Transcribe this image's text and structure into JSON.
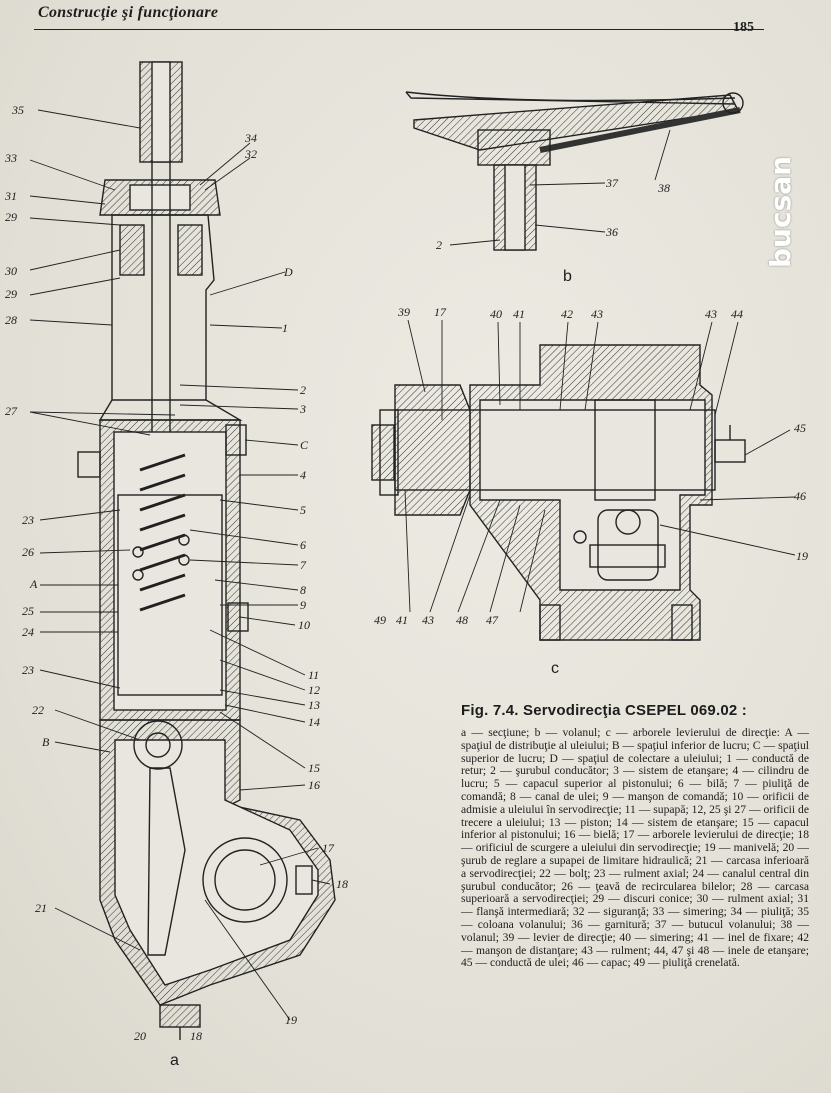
{
  "running_head": "Construcţie şi funcţionare",
  "page_number": "185",
  "watermark": "bucsan",
  "figure": {
    "title": "Fig. 7.4. Servodirecţia CSEPEL 069.02 :",
    "caption": "a — secţiune; b — volanul; c — arborele levierului de direcţie: A — spaţiul de distribuţie al uleiului; B — spaţiul inferior de lucru; C — spaţiul superior de lucru; D — spaţiul de colectare a uleiului; 1 — conductă de retur; 2 — şurubul conducător; 3 — sistem de etanşare; 4 — cilindru de lucru; 5 — capacul superior al pistonului; 6 — bilă; 7 — piuliţă de comandă; 8 — canal de ulei; 9 — manşon de comandă; 10 — orificii de admisie a uleiului în servodirecţie; 11 — supapă; 12, 25 şi 27 — orificii de trecere a uleiului; 13 — piston; 14 — sistem de etanşare; 15 — capacul inferior al pistonului; 16 — bielă; 17 — arborele levierului de direcţie; 18 — orificiul de scurgere a uleiului din servodirecţie; 19 — manivelă; 20 — şurub de reglare a supapei de limitare hidraulică; 21 — carcasa inferioară a servodirecţiei; 22 — bolţ; 23 — rulment axial; 24 — canalul central din şurubul conducător; 26 — ţeavă de recircularea bilelor; 28 — carcasa superioară a servodirecţiei; 29 — discuri conice; 30 — rulment axial; 31 — flanşă intermediară; 32 — siguranţă; 33 — simering; 34 — piuliţă; 35 — coloana volanului; 36 — garnitură; 37 — butucul volanului; 38 — volanul; 39 — levier de direcţie; 40 — simering; 41 — inel de fixare; 42 — manşon de distanţare; 43 — rulment; 44, 47 şi 48 — inele de etanşare; 45 — conductă de ulei; 46 — capac; 49 — piuliţă crenelată.",
    "view_letters": [
      "a",
      "b",
      "c"
    ],
    "view_a_left_labels": [
      "35",
      "33",
      "31",
      "29",
      "30",
      "29",
      "28",
      "27",
      "23",
      "26",
      "A",
      "25",
      "24",
      "23",
      "22",
      "B",
      "21"
    ],
    "view_a_right_labels": [
      "34",
      "32",
      "D",
      "1",
      "2",
      "3",
      "C",
      "4",
      "5",
      "6",
      "7",
      "8",
      "9",
      "10",
      "11",
      "12",
      "13",
      "14",
      "15",
      "16",
      "17",
      "18",
      "19"
    ],
    "view_a_bottom_labels": [
      "20",
      "18"
    ],
    "view_b_labels": [
      "37",
      "38",
      "36",
      "2"
    ],
    "view_c_top_labels": [
      "39",
      "17",
      "40",
      "41",
      "42",
      "43",
      "43",
      "44"
    ],
    "view_c_right_labels": [
      "45",
      "46",
      "19"
    ],
    "view_c_bottom_labels": [
      "49",
      "41",
      "43",
      "48",
      "47"
    ]
  }
}
